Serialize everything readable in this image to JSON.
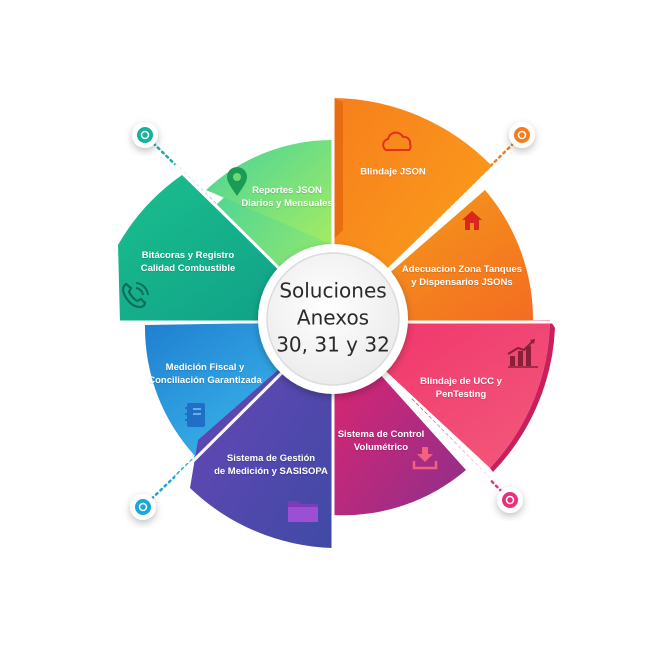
{
  "center": {
    "line1": "Soluciones",
    "line2": "Anexos",
    "line3": "30, 31 y 32"
  },
  "segments": [
    {
      "id": "blindaje-json",
      "lines": [
        "Blindaje JSON"
      ],
      "color": "#f39417",
      "icon": "cloud-icon"
    },
    {
      "id": "adecuacion",
      "lines": [
        "Adecuacion Zona Tanques",
        "y Dispensarios JSONs"
      ],
      "color": "#f47c1c",
      "icon": "home-icon"
    },
    {
      "id": "blindaje-ucc",
      "lines": [
        "Blindaje de UCC y",
        "PenTesting"
      ],
      "color": "#ee2f6e",
      "icon": "growth-chart-icon"
    },
    {
      "id": "control-volumetrico",
      "lines": [
        "Sistema de Control",
        "Volumétrico"
      ],
      "color": "#c2286f",
      "icon": "download-icon"
    },
    {
      "id": "gestion-medicion",
      "lines": [
        "Sistema de Gestión",
        "de Medición y SASISOPA"
      ],
      "color": "#5b3ea3",
      "icon": "folder-icon"
    },
    {
      "id": "medicion-fiscal",
      "lines": [
        "Medición Fiscal y",
        "Conciliación Garantizada"
      ],
      "color": "#2b8fd6",
      "icon": "notebook-icon"
    },
    {
      "id": "bitacoras",
      "lines": [
        "Bitácoras y Registro",
        "Calidad Combustible"
      ],
      "color": "#14ae86",
      "icon": "phone-icon"
    },
    {
      "id": "reportes",
      "lines": [
        "Reportes JSON",
        "Diarios y Mensuales"
      ],
      "color": "#6fd872",
      "icon": "location-pin-icon"
    }
  ],
  "connectors": [
    {
      "id": "top-left",
      "color": "#14b39a"
    },
    {
      "id": "top-right",
      "color": "#f47c1c"
    },
    {
      "id": "bottom-right",
      "color": "#e8317a"
    },
    {
      "id": "bottom-left",
      "color": "#1aa7d8"
    }
  ]
}
